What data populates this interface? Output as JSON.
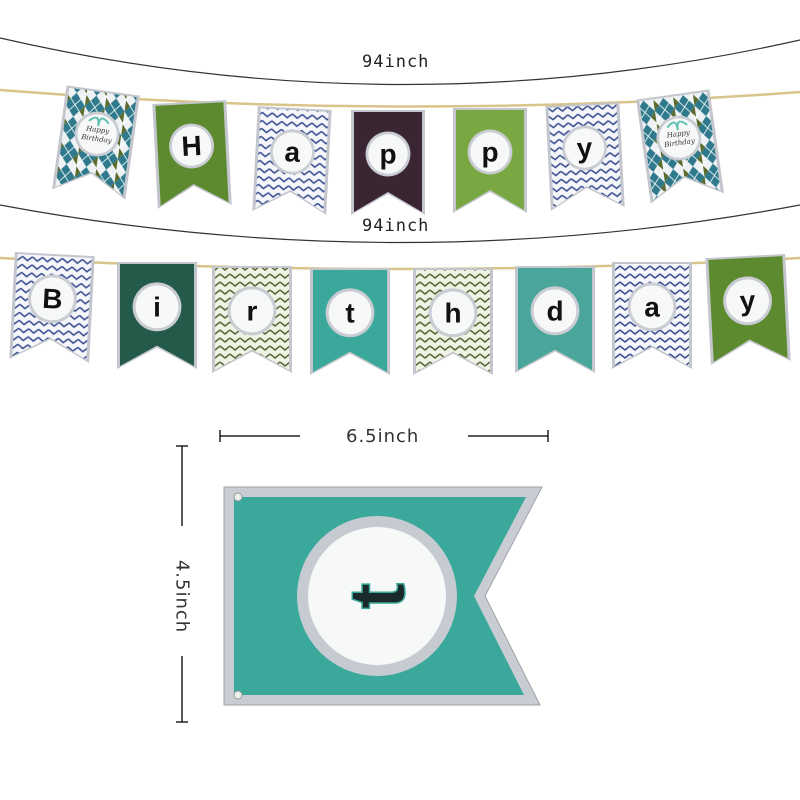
{
  "banner_top": {
    "length_label": "94inch",
    "flags": [
      {
        "letter": "",
        "style": "argyle",
        "logo_text": "Happy Birthday"
      },
      {
        "letter": "H",
        "style": "green"
      },
      {
        "letter": "a",
        "style": "chevron-blue"
      },
      {
        "letter": "p",
        "style": "plum"
      },
      {
        "letter": "p",
        "style": "lightgreen"
      },
      {
        "letter": "y",
        "style": "chevron-blue"
      },
      {
        "letter": "",
        "style": "argyle",
        "logo_text": "Happy Birthday"
      }
    ]
  },
  "banner_bottom": {
    "length_label": "94inch",
    "flags": [
      {
        "letter": "B",
        "style": "chevron-blue"
      },
      {
        "letter": "i",
        "style": "darkgreen"
      },
      {
        "letter": "r",
        "style": "chevron-olive"
      },
      {
        "letter": "t",
        "style": "teal"
      },
      {
        "letter": "h",
        "style": "chevron-olive"
      },
      {
        "letter": "d",
        "style": "teal2"
      },
      {
        "letter": "a",
        "style": "chevron-blue"
      },
      {
        "letter": "y",
        "style": "green"
      }
    ]
  },
  "detail": {
    "width_label": "6.5inch",
    "height_label": "4.5inch",
    "letter": "t"
  },
  "colors": {
    "green": "#5d8a2e",
    "lightgreen": "#79a843",
    "plum": "#3a2533",
    "darkgreen": "#245a4a",
    "teal": "#3aa89a",
    "teal2": "#4aa69a",
    "silver": "#b9bcc2",
    "string": "#d9c48a"
  }
}
